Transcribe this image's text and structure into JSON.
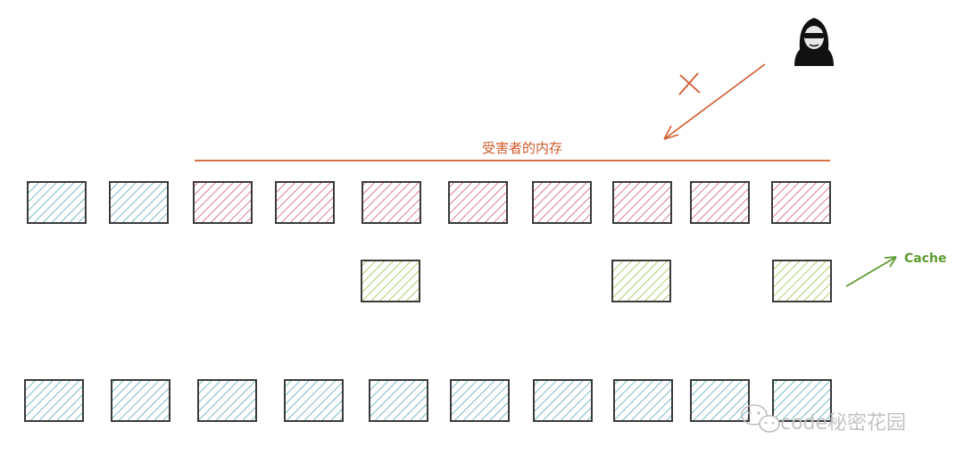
{
  "memory_label": "受害者的内存",
  "cache_label": "Cache",
  "watermark": "code秘密花园",
  "colors": {
    "blue": "#5aa9b8",
    "pink": "#cf5a82",
    "green": "#9bc24a",
    "red_line": "#cf5b2e",
    "cache_arrow": "#5c9a2e",
    "box_stroke": "#3b3b3b"
  },
  "icons": {
    "attacker": "hacker-icon",
    "blocked": "cross-mark-icon",
    "watermark": "wechat-icon"
  },
  "rows": {
    "top": [
      "blue",
      "blue",
      "pink",
      "pink",
      "pink",
      "pink",
      "pink",
      "pink",
      "pink",
      "pink"
    ],
    "cache": [
      "empty",
      "empty",
      "empty",
      "empty",
      "green",
      "empty",
      "empty",
      "green",
      "empty",
      "green"
    ],
    "bottom": [
      "blue",
      "blue",
      "blue",
      "blue",
      "blue",
      "blue",
      "blue",
      "blue",
      "blue",
      "blue"
    ]
  }
}
